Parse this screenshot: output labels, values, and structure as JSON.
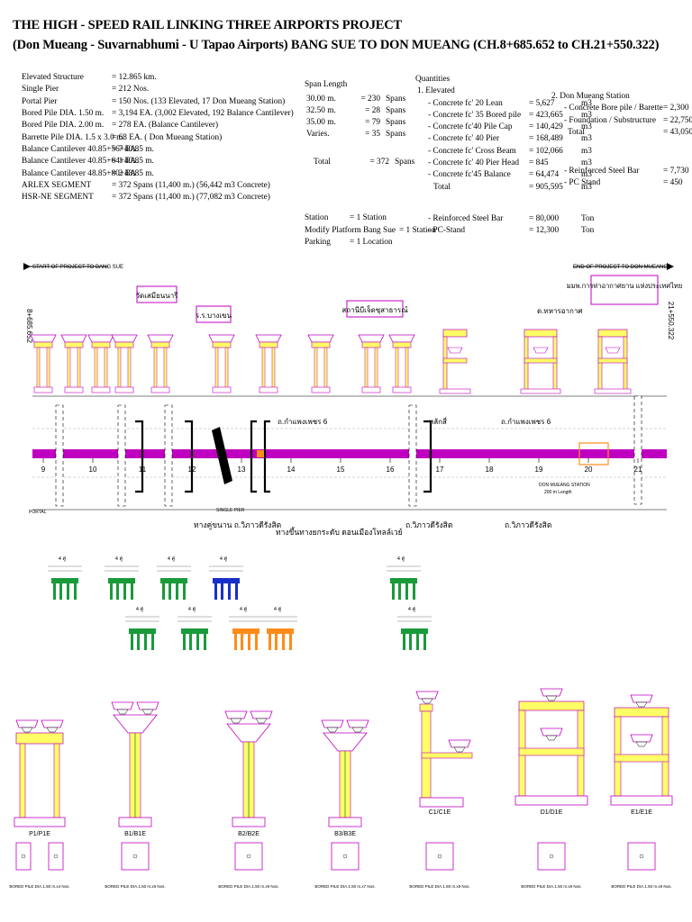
{
  "title": {
    "line1": "THE HIGH - SPEED RAIL LINKING THREE AIRPORTS PROJECT",
    "line2": "(Don Mueang - Suvarnabhumi - U Tapao Airports) BANG SUE TO DON MUEANG (CH.8+685.652 to CH.21+550.322)"
  },
  "specs": [
    {
      "label": "Elevated Structure",
      "value": "= 12.865 km."
    },
    {
      "label": "Single Pier",
      "value": "= 212  Nos."
    },
    {
      "label": "Portal Pier",
      "value": "= 150  Nos. (133 Elevated, 17 Don Mueang Station)"
    },
    {
      "label": "Bored Pile DIA. 1.50 m.",
      "value": "= 3,194 EA. (3,002 Elevated, 192 Balance Cantilever)"
    },
    {
      "label": "Bored Pile DIA. 2.00 m.",
      "value": "= 278 EA. (Balance Cantilever)"
    },
    {
      "label": "Barrette Pile DIA. 1.5 x 3.0 m.",
      "value": "= 68 EA. ( Don Mueang Station)"
    },
    {
      "label": "Balance Cantilever 40.85+56+40.85 m.",
      "value": "= 7 EA."
    },
    {
      "label": "Balance Cantilever 40.85+64+40.85 m.",
      "value": "= 1 EA."
    },
    {
      "label": "Balance Cantilever 48.85+80+48.85 m.",
      "value": "= 2 EA"
    },
    {
      "label": "ARLEX SEGMENT",
      "value": "= 372 Spans (11,400 m.) (56,442 m3 Concrete)"
    },
    {
      "label": "HSR-NE SEGMENT",
      "value": "= 372 Spans (11,400 m.) (77,082 m3 Concrete)"
    }
  ],
  "span_length": {
    "header": "Span Length",
    "rows": [
      {
        "len": "30.00 m.",
        "count": "= 230",
        "unit": "Spans"
      },
      {
        "len": "32.50 m.",
        "count": "= 28",
        "unit": "Spans"
      },
      {
        "len": "35.00 m.",
        "count": "= 79",
        "unit": "Spans"
      },
      {
        "len": "Varies.",
        "count": "= 35",
        "unit": "Spans"
      }
    ],
    "total": {
      "label": "Total",
      "count": "= 372",
      "unit": "Spans"
    }
  },
  "stations": [
    {
      "label": "Station",
      "value": "= 1 Station"
    },
    {
      "label": "Modify Platform Bang Sue",
      "value": "= 1 Station"
    },
    {
      "label": "Parking",
      "value": "= 1 Location"
    }
  ],
  "quantities": {
    "header": "Quantities",
    "elevated_header": "1.  Elevated",
    "elevated": [
      {
        "item": "- Concrete fc' 20 Lean",
        "value": "= 5,627",
        "unit": "m3"
      },
      {
        "item": "- Concrete fc' 35 Bored pile",
        "value": "= 423,665",
        "unit": "m3"
      },
      {
        "item": "- Concrete fc'40 Pile Cap",
        "value": "= 140,429",
        "unit": "m3"
      },
      {
        "item": "- Concrete fc' 40 Pier",
        "value": "= 168,489",
        "unit": "m3"
      },
      {
        "item": "- Concrete fc' Cross Beam",
        "value": "= 102,066",
        "unit": "m3"
      },
      {
        "item": "- Concrete fc' 40 Pier Head",
        "value": "= 845",
        "unit": "m3"
      },
      {
        "item": "- Concrete fc'45 Balance",
        "value": "= 64,474",
        "unit": "m3"
      }
    ],
    "elevated_total": {
      "label": "Total",
      "value": "= 905,595",
      "unit": "m3"
    },
    "elevated_steel": [
      {
        "item": "- Reinforced Steel Bar",
        "value": "= 80,000",
        "unit": "Ton"
      },
      {
        "item": "- PC-Stand",
        "value": "= 12,300",
        "unit": "Ton"
      }
    ],
    "don_mueang_header": "2. Don Mueang Station",
    "don_mueang": [
      {
        "item": "- Concrete Bore pile / Barette",
        "value": "= 2,300",
        "unit": "m3"
      },
      {
        "item": "- Foundation / Substructure",
        "value": "= 22,750",
        "unit": "m3"
      }
    ],
    "don_mueang_total": {
      "label": "Total",
      "value": "= 43,050",
      "unit": "m3"
    },
    "don_mueang_steel": [
      {
        "item": "- Reinforced Steel Bar",
        "value": "= 7,730",
        "unit": "Ton"
      },
      {
        "item": "- PC Stand",
        "value": "= 450",
        "unit": "Ton"
      }
    ]
  },
  "alignment": {
    "start_label": "START OF PROJECT TO BANG SUE",
    "end_label": "END OF PROJECT TO DON MUEANG",
    "start_chainage": "8+685.652",
    "end_chainage": "21+550.322",
    "km_marks": [
      "9",
      "10",
      "11",
      "12",
      "13",
      "14",
      "15",
      "16",
      "17",
      "18",
      "19",
      "20",
      "21"
    ],
    "landmarks": [
      "วัดเสมียนนารี",
      "ร.ร.บางเขน",
      "สถานีบีเจ็ดซุสาธารณ์",
      "ด.ทหารอากาศ",
      "มมพ.การท่าอากาศยาน แห่งประเทศไทย"
    ],
    "road_labels": [
      "ถ.กำแพงเพชร 6",
      "หลักสี่",
      "ถ.กำแพงเพชร 6"
    ],
    "lower_labels": [
      "ทางคู่ขนาน ถ.วิภาวดีรังสิต",
      "ทางขึ้นทางยกระดับ ดอนเมืองโทลล์เวย์",
      "ถ.วิภาวดีรังสิต",
      "ถ.วิภาวดีรังสิต"
    ],
    "single_pier_label": "SINGLE PIER",
    "portal_label": "PORTAL",
    "station_box_label": "DON MUEANG STATION",
    "station_box_sub": "200 m Length"
  },
  "pier_types": [
    "P1/P1E",
    "B1/B1E",
    "B2/B2E",
    "B3/B3E",
    "C1/C1E",
    "D1/D1E",
    "E1/E1E"
  ],
  "pile_notes": [
    "BORED PILE DIA.1.50 m.x4 Nos.",
    "BORED PILE DIA.1.50 m.x9 Nos.",
    "BORED PILE DIA.1.50 m.x9 Nos.",
    "BORED PILE DIA.1.50 m.x7 Nos.",
    "BORED PILE DIA.1.50 m.x9 Nos.",
    "BORED PILE DIA.1.50 m.x9 Nos.",
    "BORED PILE DIA.1.50 m.x9 Nos."
  ],
  "cantilever_labels": [
    "4 คู่",
    "4 คู่",
    "4 คู่",
    "4 คู่",
    "4 คู่",
    "4 คู่",
    "4 คู่",
    "4 คู่",
    "4 คู่",
    "4 คู่"
  ],
  "colors": {
    "track": "#c000c0",
    "pier_outline": "#c000c0",
    "pier_fill": "#ffff66",
    "cantilever_green": "#1a9a3a",
    "cantilever_blue": "#1830c8",
    "cantilever_orange": "#ff8c1a",
    "station_box": "#ff8c1a"
  }
}
